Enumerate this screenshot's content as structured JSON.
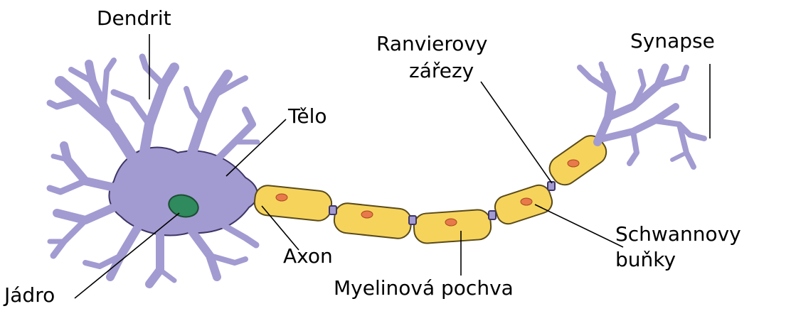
{
  "labels": {
    "dendrit": "Dendrit",
    "telo": "Tělo",
    "jadro": "Jádro",
    "axon": "Axon",
    "myelin": "Myelinová pochva",
    "ranvier_1": "Ranvierovy",
    "ranvier_2": "zářezy",
    "schwann_1": "Schwannovy",
    "schwann_2": "buňky",
    "synapse": "Synapse"
  },
  "colors": {
    "neuron": "#a29bd1",
    "neuron_outline": "#3f3566",
    "myelin": "#f6d45c",
    "myelin_outline": "#5a4a1a",
    "nucleus": "#2f8a5d",
    "schwann_nucleus": "#e8794a",
    "line": "#000000"
  }
}
